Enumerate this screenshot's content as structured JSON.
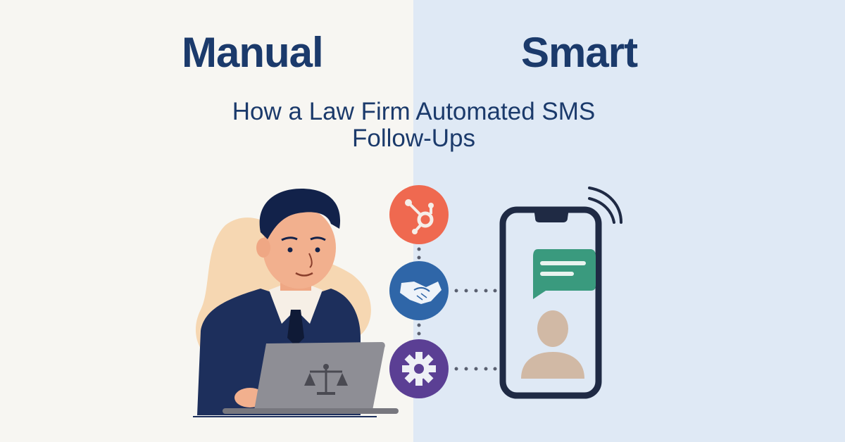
{
  "headings": {
    "left": "Manual",
    "right": "Smart"
  },
  "subtitle": {
    "line1": "How a Law Firm Automated SMS",
    "line2": "Follow-Ups"
  },
  "icons": {
    "hub": "hubspot-sprocket-icon",
    "handshake": "handshake-icon",
    "gear": "gear-icon",
    "phone": "smartphone-icon",
    "chat": "chat-bubble-icon",
    "contact": "person-silhouette-icon",
    "signal": "signal-waves-icon",
    "scales": "scales-of-justice-icon"
  },
  "colors": {
    "left_bg": "#f7f6f2",
    "right_bg": "#dfe9f5",
    "heading": "#1b3a6b",
    "hub_circle": "#ef6950",
    "handshake_circle": "#2f66a8",
    "gear_circle": "#5b3f94",
    "chat_bubble": "#3a9a7e",
    "phone_frame": "#1f2a44",
    "contact": "#d1b9a5"
  }
}
